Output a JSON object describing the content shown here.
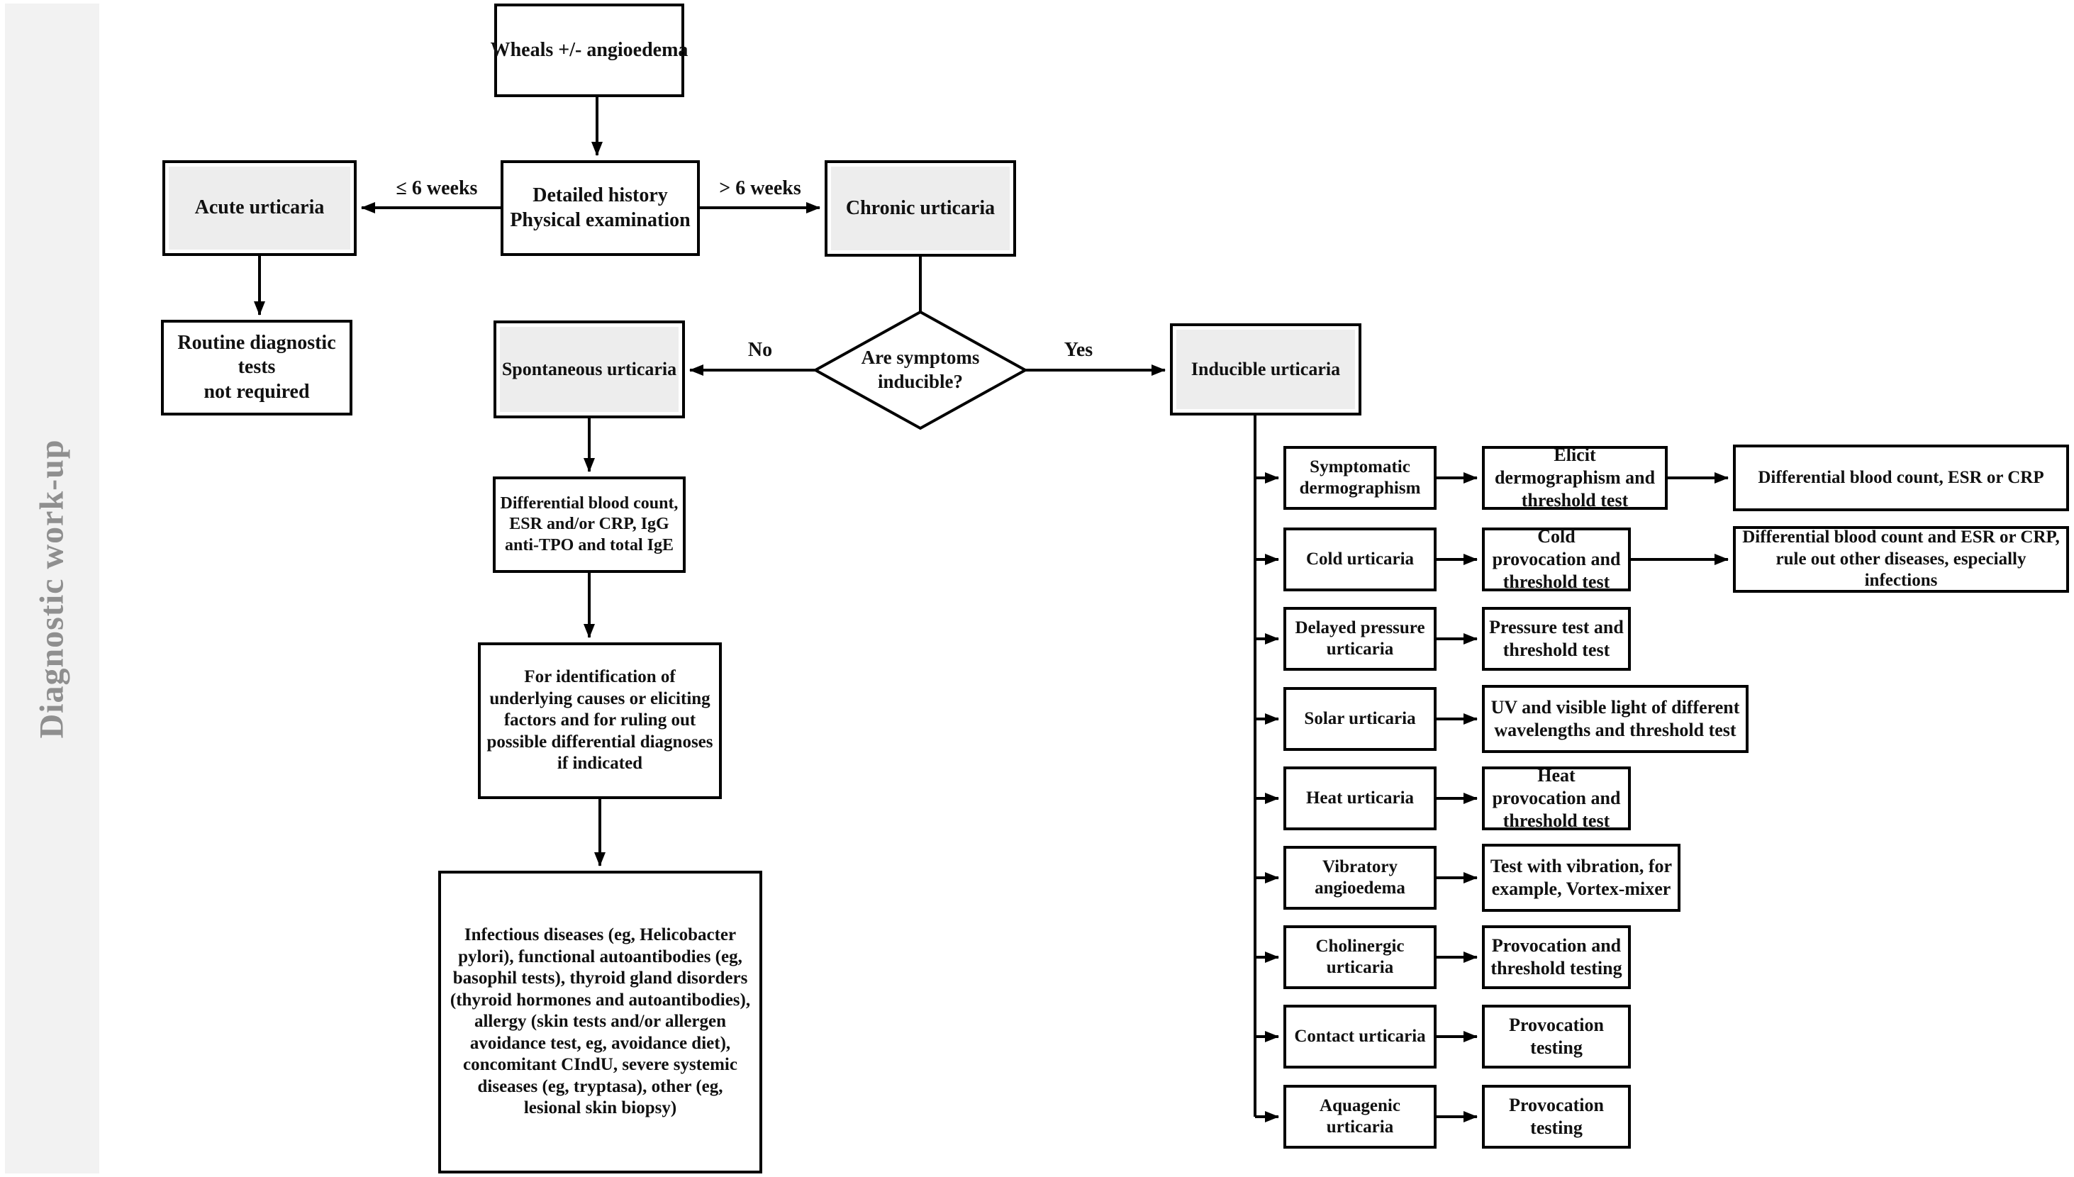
{
  "sidebar": {
    "title": "Diagnostic work-up"
  },
  "colors": {
    "background": "#ffffff",
    "box_border": "#000000",
    "box_fill_white": "#ffffff",
    "box_fill_shaded": "#ededed",
    "sidebar_band": "#f2f2f2",
    "sidebar_text": "#8f8f8f",
    "text": "#111111",
    "connector": "#000000"
  },
  "flow": {
    "wheals": "Wheals +/- angioedema",
    "history": "Detailed history\nPhysical examination",
    "acute": "Acute urticaria",
    "routine": "Routine diagnostic tests\nnot required",
    "chronic": "Chronic urticaria",
    "decision": "Are symptoms\ninducible?",
    "spontaneous": "Spontaneous urticaria",
    "inducible": "Inducible urticaria",
    "bloodwork": "Differential blood count, ESR and/or CRP, IgG anti-TPO and total IgE",
    "identification": "For identification of underlying causes or eliciting factors and for ruling out possible differential diagnoses if indicated",
    "extended": "Infectious diseases (eg, Helicobacter pylori), functional autoantibodies (eg, basophil tests), thyroid gland disorders (thyroid hormones and autoantibodies), allergy (skin tests and/or allergen avoidance test, eg, avoidance diet), concomitant CIndU, severe systemic diseases (eg, tryptasa), other (eg, lesional skin biopsy)"
  },
  "edge_labels": {
    "lte6": "≤ 6 weeks",
    "gt6": "> 6 weeks",
    "no": "No",
    "yes": "Yes"
  },
  "inducible_rows": [
    {
      "condition": "Symptomatic dermographism",
      "test": "Elicit dermographism and threshold test",
      "followup": "Differential blood count, ESR or CRP"
    },
    {
      "condition": "Cold urticaria",
      "test": "Cold provocation and threshold test",
      "followup": "Differential blood count and ESR or CRP, rule out other diseases, especially infections"
    },
    {
      "condition": "Delayed pressure urticaria",
      "test": "Pressure test and threshold test"
    },
    {
      "condition": "Solar urticaria",
      "test": "UV and visible light of different wavelengths and threshold test"
    },
    {
      "condition": "Heat urticaria",
      "test": "Heat provocation and threshold test"
    },
    {
      "condition": "Vibratory angioedema",
      "test": "Test with vibration, for example, Vortex-mixer"
    },
    {
      "condition": "Cholinergic urticaria",
      "test": "Provocation and threshold testing"
    },
    {
      "condition": "Contact urticaria",
      "test": "Provocation testing"
    },
    {
      "condition": "Aquagenic urticaria",
      "test": "Provocation testing"
    }
  ]
}
